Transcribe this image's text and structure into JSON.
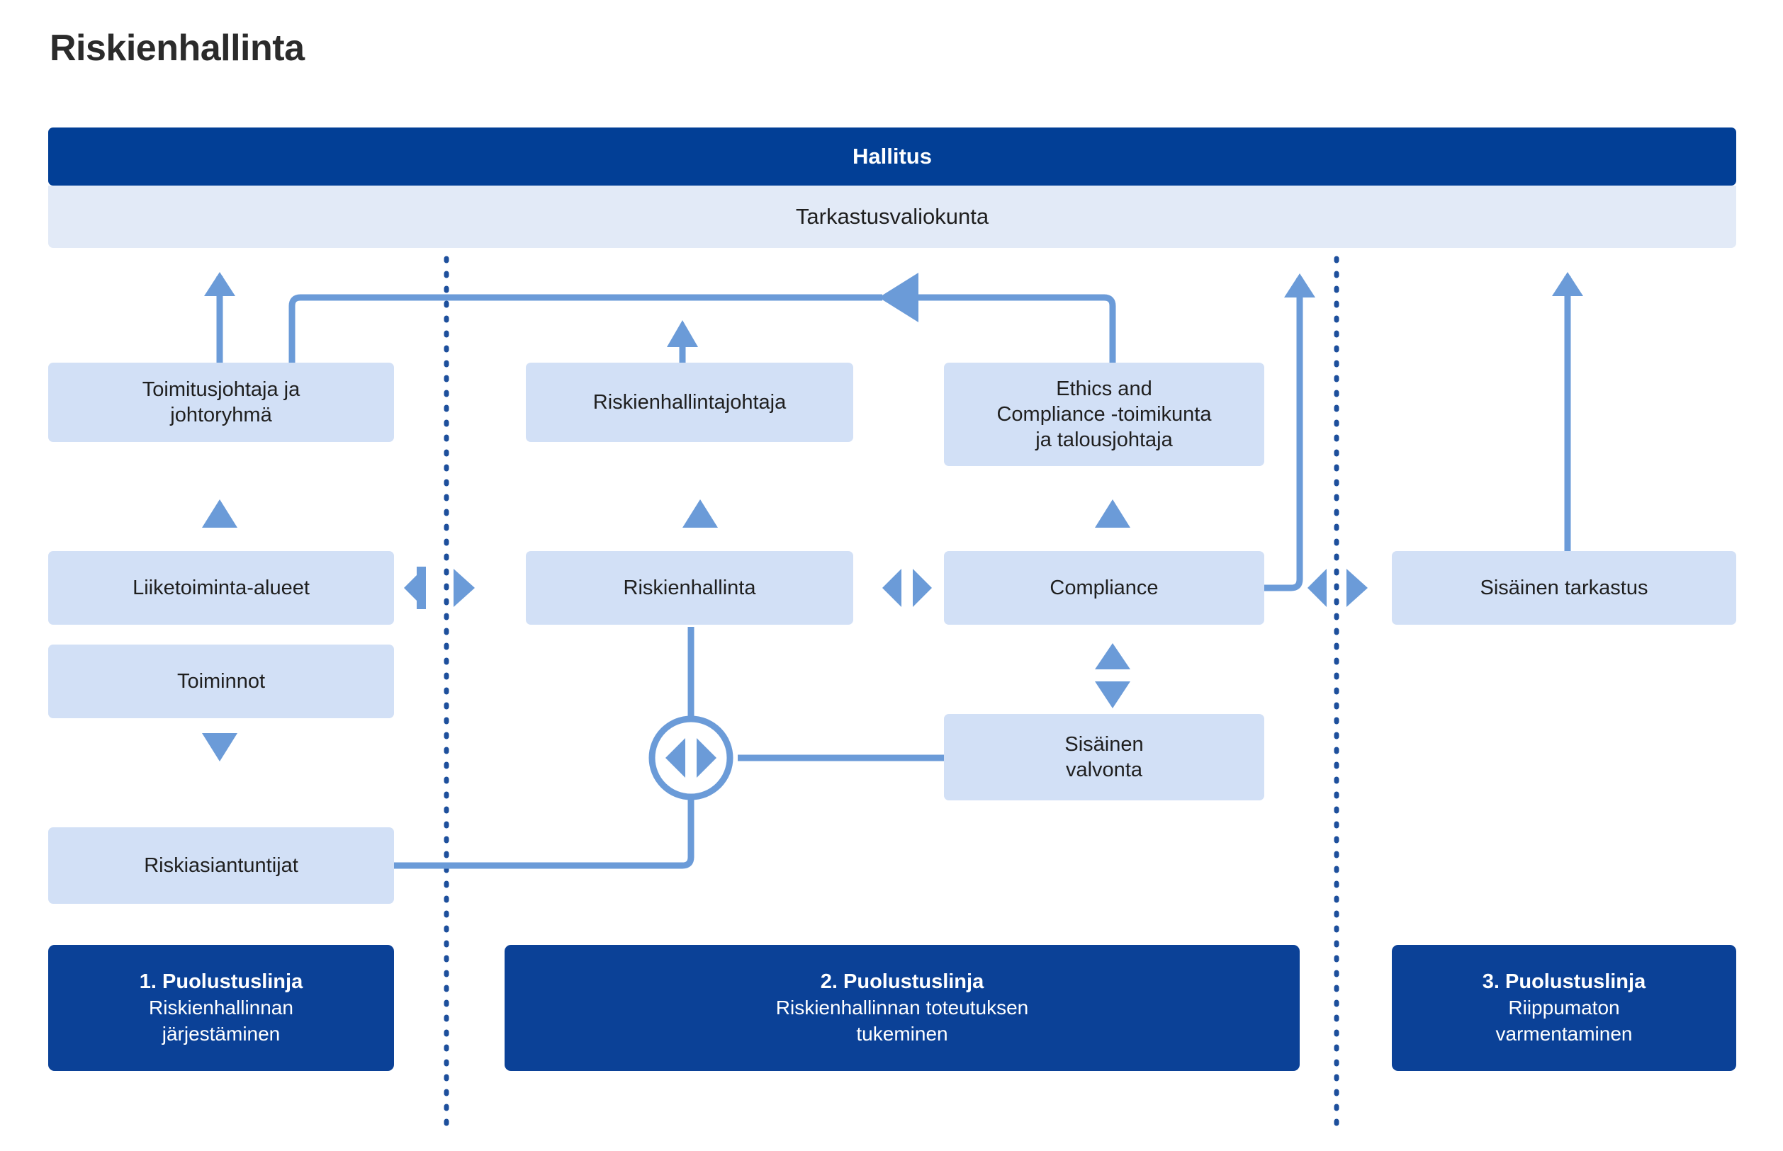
{
  "page": {
    "title": "Riskienhallinta"
  },
  "colors": {
    "dark_blue": "#023f96",
    "pale_blue": "#e2eaf7",
    "light_box": "#d2e0f6",
    "arrow_blue": "#6b9bd8",
    "divider_navy": "#1d4f9c",
    "defense_blue": "#0b4197",
    "text_dark": "#1f1f1f"
  },
  "governance": {
    "board_label": "Hallitus",
    "audit_committee_label": "Tarkastusvaliokunta"
  },
  "boxes": {
    "ceo": "Toimitusjohtaja ja\njohtoryhmä",
    "ceo_line1": "Toimitusjohtaja ja",
    "ceo_line2": "johtoryhmä",
    "risk_director": "Riskienhallintajohtaja",
    "ethics_line1": "Ethics and",
    "ethics_line2": "Compliance -toimikunta",
    "ethics_line3": "ja talousjohtaja",
    "business_areas": "Liiketoiminta-alueet",
    "functions": "Toiminnot",
    "risk_management": "Riskienhallinta",
    "compliance": "Compliance",
    "internal_audit": "Sisäinen tarkastus",
    "internal_control_line1": "Sisäinen",
    "internal_control_line2": "valvonta",
    "risk_experts": "Riskiasiantuntijat"
  },
  "defense_lines": [
    {
      "title": "1. Puolustuslinja",
      "sub_line1": "Riskienhallinnan",
      "sub_line2": "järjestäminen"
    },
    {
      "title": "2. Puolustuslinja",
      "sub_line1": "Riskienhallinnan toteutuksen",
      "sub_line2": "tukeminen"
    },
    {
      "title": "3. Puolustuslinja",
      "sub_line1": "Riippumaton",
      "sub_line2": "varmentaminen"
    }
  ],
  "icons": {
    "up_arrow": "up-arrow-icon",
    "down_arrow": "down-arrow-icon",
    "bidirectional_arrow": "bidirectional-arrow-icon",
    "circle_connector": "circle-bidirectional-connector-icon",
    "vertical_divider": "vertical-dotted-divider"
  }
}
